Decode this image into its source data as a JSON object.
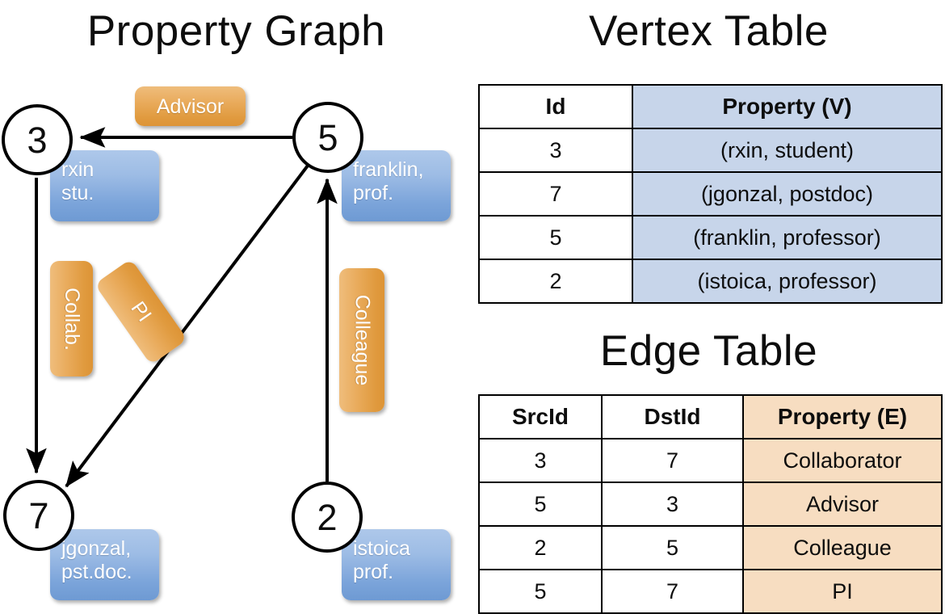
{
  "panels": {
    "graph_title": "Property Graph",
    "vertex_table_title": "Vertex Table",
    "edge_table_title": "Edge Table"
  },
  "graph": {
    "nodes": [
      {
        "id": "3",
        "label": "3",
        "property_lines": [
          "rxin",
          "stu."
        ]
      },
      {
        "id": "5",
        "label": "5",
        "property_lines": [
          "franklin,",
          "prof."
        ]
      },
      {
        "id": "7",
        "label": "7",
        "property_lines": [
          "jgonzal,",
          "pst.doc."
        ]
      },
      {
        "id": "2",
        "label": "2",
        "property_lines": [
          "istoica",
          "prof."
        ]
      }
    ],
    "edge_labels": [
      {
        "name": "advisor",
        "text": "Advisor"
      },
      {
        "name": "collab",
        "text": "Collab."
      },
      {
        "name": "pi",
        "text": "PI"
      },
      {
        "name": "colleague",
        "text": "Colleague"
      }
    ]
  },
  "vertex_table": {
    "columns": [
      "Id",
      "Property (V)"
    ],
    "rows": [
      {
        "id": "3",
        "property": "(rxin, student)"
      },
      {
        "id": "7",
        "property": "(jgonzal, postdoc)"
      },
      {
        "id": "5",
        "property": "(franklin, professor)"
      },
      {
        "id": "2",
        "property": "(istoica, professor)"
      }
    ]
  },
  "edge_table": {
    "columns": [
      "SrcId",
      "DstId",
      "Property (E)"
    ],
    "rows": [
      {
        "src": "3",
        "dst": "7",
        "property": "Collaborator"
      },
      {
        "src": "5",
        "dst": "3",
        "property": "Advisor"
      },
      {
        "src": "2",
        "dst": "5",
        "property": "Colleague"
      },
      {
        "src": "5",
        "dst": "7",
        "property": "PI"
      }
    ]
  },
  "colors": {
    "edge_label_orange": "#e09a3e",
    "vertex_property_blue": "#7ba4da",
    "table_blue_fill": "#c7d5ea",
    "table_peach_fill": "#f7ddc1",
    "stroke": "#000000",
    "background": "#ffffff"
  }
}
